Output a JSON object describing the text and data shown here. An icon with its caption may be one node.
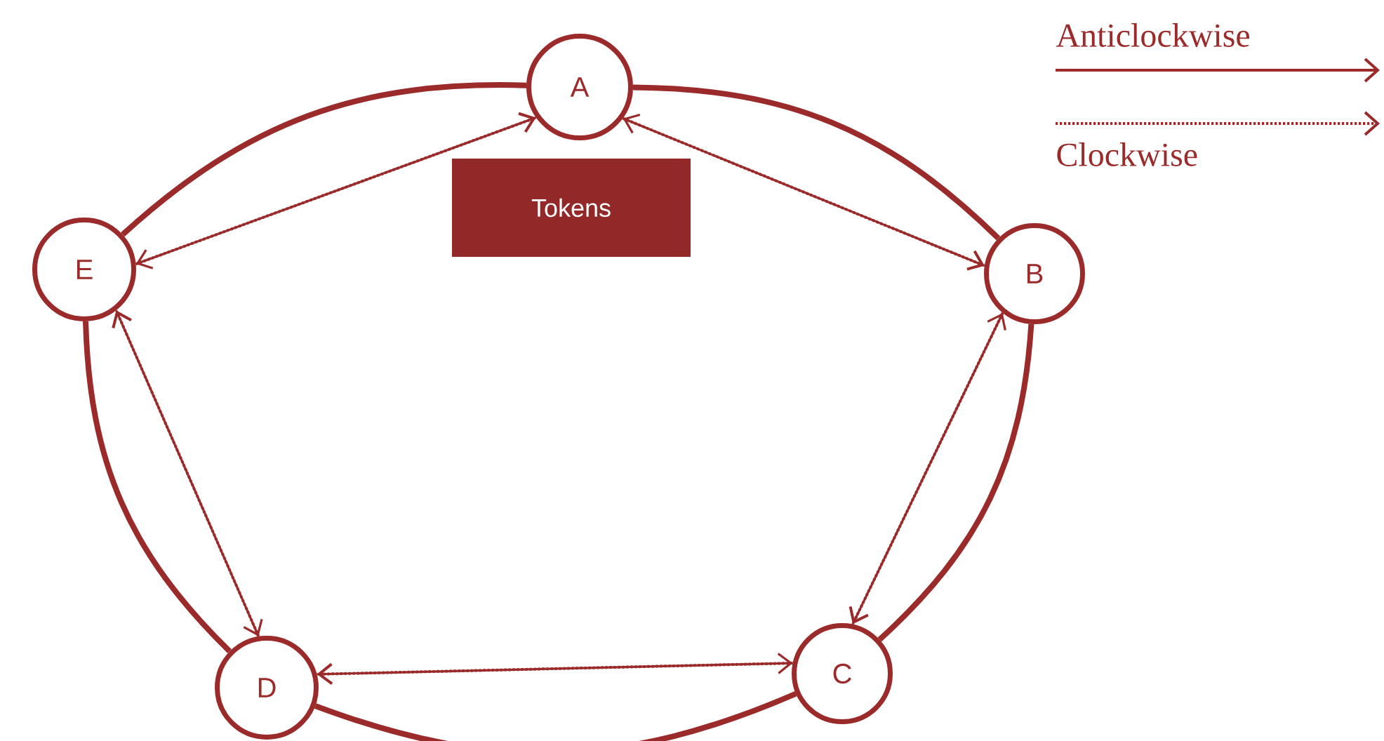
{
  "diagram": {
    "nodes": [
      {
        "text": [
          "A"
        ]
      },
      {
        "text": [
          "B"
        ]
      },
      {
        "text": [
          "C"
        ]
      },
      {
        "text": [
          "D"
        ]
      },
      {
        "text": [
          "E"
        ]
      },
      {
        "text": [
          "Tokens"
        ]
      }
    ],
    "edges": [
      {
        "from": 0,
        "to": 1,
        "arrow": "none",
        "style": "thick"
      },
      {
        "from": 1,
        "to": 2,
        "arrow": "none",
        "style": "thick"
      },
      {
        "from": 2,
        "to": 3,
        "arrow": "none",
        "style": "thick"
      },
      {
        "from": 3,
        "to": 4,
        "arrow": "none",
        "style": "thick"
      },
      {
        "from": 4,
        "to": 0,
        "arrow": "none",
        "style": "thick"
      },
      {
        "from": 1,
        "to": 0,
        "arrow": "to"
      },
      {
        "from": 0,
        "to": 4,
        "arrow": "to"
      },
      {
        "from": 4,
        "to": 3,
        "arrow": "to"
      },
      {
        "from": 3,
        "to": 2,
        "arrow": "to"
      },
      {
        "from": 2,
        "to": 1,
        "arrow": "to"
      },
      {
        "from": 0,
        "to": 1,
        "arrow": "to",
        "style": "dashed"
      },
      {
        "from": 1,
        "to": 2,
        "arrow": "to",
        "style": "dashed"
      },
      {
        "from": 2,
        "to": 3,
        "arrow": "to",
        "style": "dashed"
      },
      {
        "from": 3,
        "to": 4,
        "arrow": "to",
        "style": "dashed"
      },
      {
        "from": 4,
        "to": 0,
        "arrow": "to",
        "style": "dashed"
      }
    ],
    "legend": [
      {
        "text": "Anticlockwise"
      },
      {
        "text": "Clockwise"
      }
    ]
  }
}
